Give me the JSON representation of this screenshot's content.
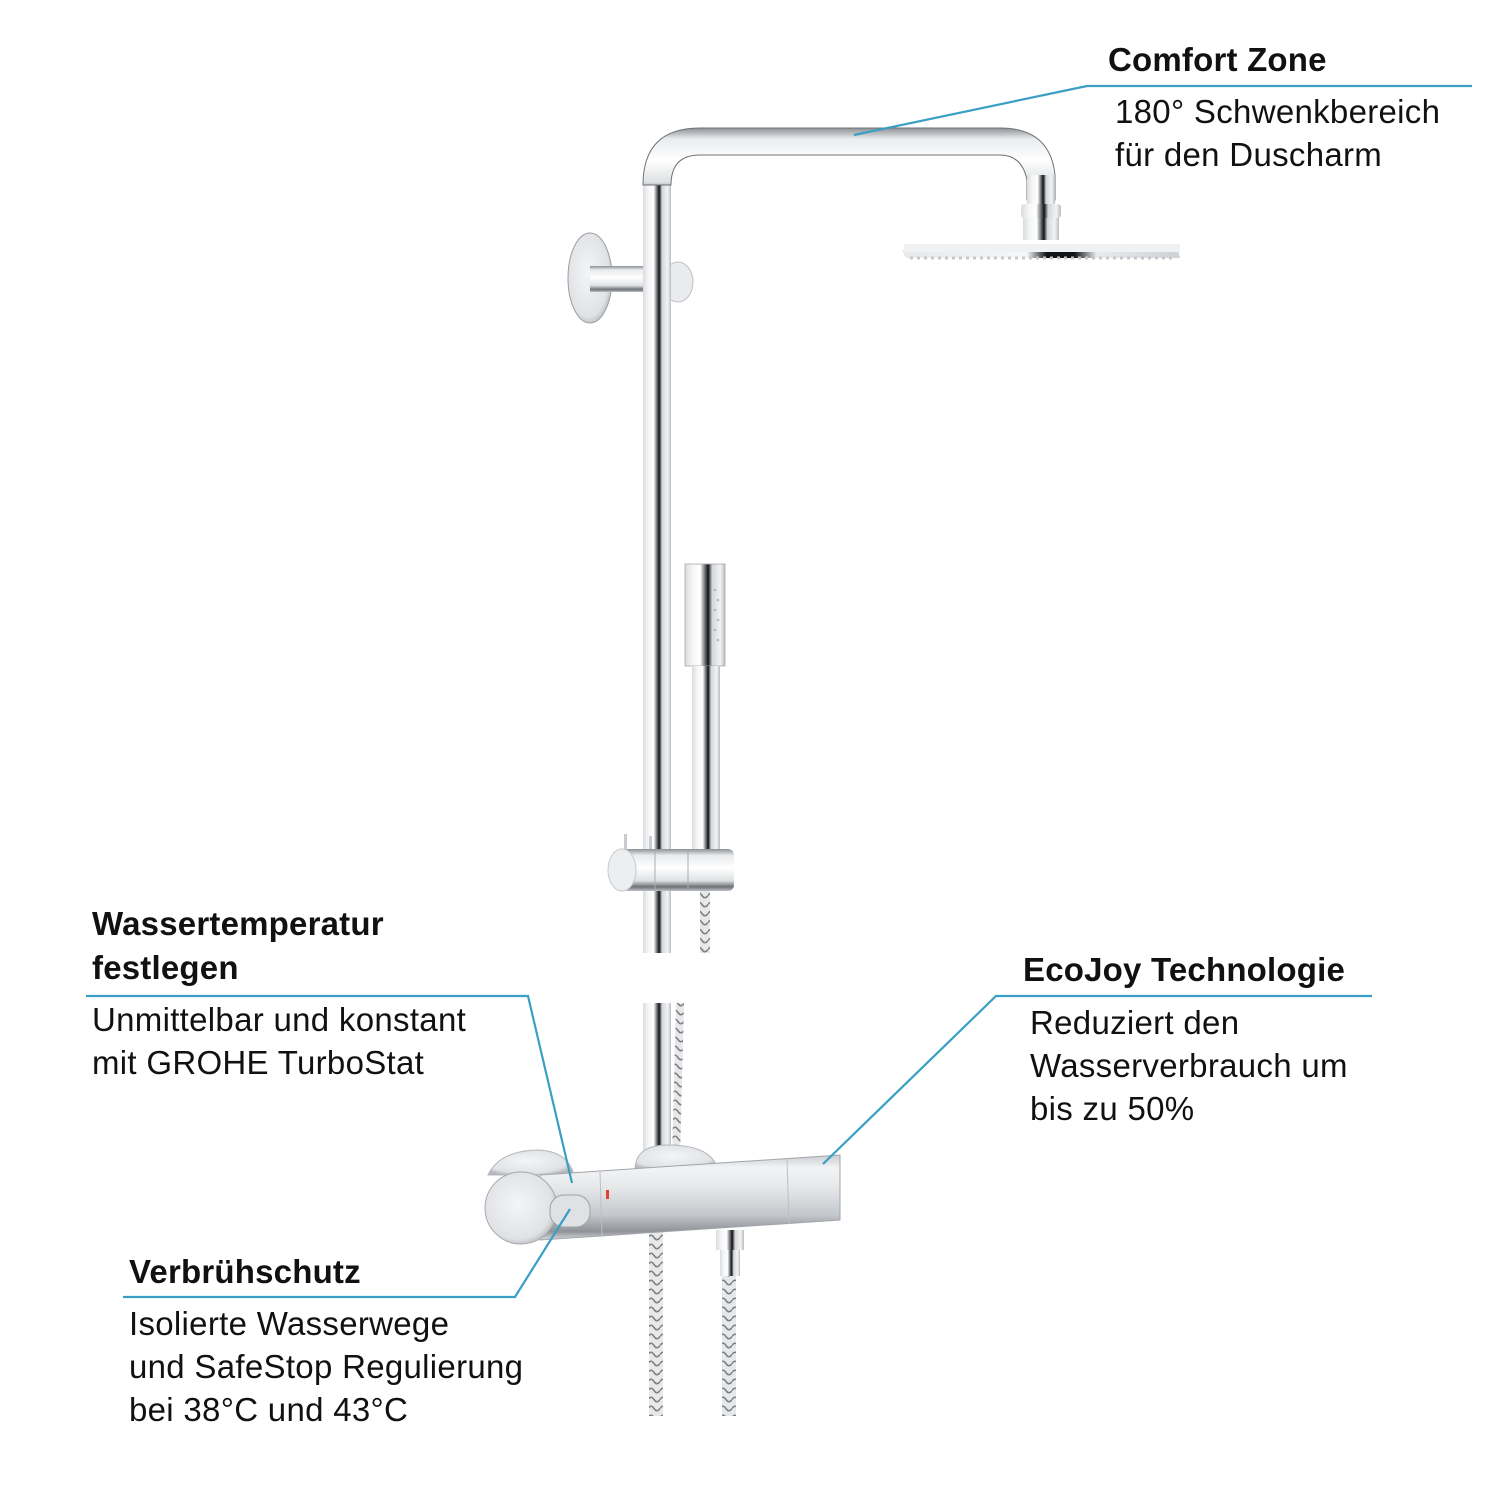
{
  "diagram": {
    "subject": "Shower system with thermostat",
    "accent_color": "#3a9fc4",
    "callouts": [
      {
        "id": "comfort-zone",
        "title": "Comfort Zone",
        "lines": [
          "180° Schwenkbereich",
          "für den Duscharm"
        ],
        "points_to": "shower-arm"
      },
      {
        "id": "water-temperature",
        "title_lines": [
          "Wassertemperatur",
          "festlegen"
        ],
        "lines": [
          "Unmittelbar und konstant",
          "mit GROHE TurboStat"
        ],
        "points_to": "thermostat-body"
      },
      {
        "id": "ecojoy",
        "title": "EcoJoy Technologie",
        "lines": [
          "Reduziert den",
          "Wasserverbrauch um",
          "bis zu 50%"
        ],
        "points_to": "flow-control-handle"
      },
      {
        "id": "scald-protection",
        "title": "Verbrühschutz",
        "lines": [
          "Isolierte Wasserwege",
          "und SafeStop Regulierung",
          "bei 38°C und 43°C"
        ],
        "points_to": "safestop-button"
      }
    ]
  }
}
